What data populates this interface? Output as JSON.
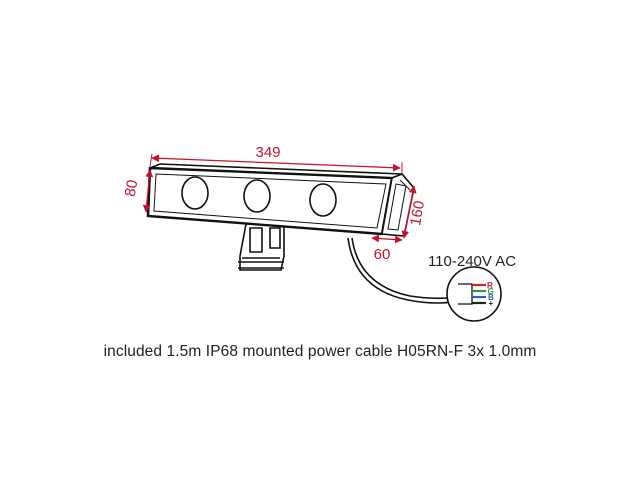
{
  "dimensions": {
    "length": "349",
    "height": "80",
    "depth": "60",
    "side_height": "160"
  },
  "voltage_label": "110-240V AC",
  "connector_pins": [
    {
      "label": "R",
      "color": "#d0202a"
    },
    {
      "label": "G",
      "color": "#2a9a3a"
    },
    {
      "label": "B",
      "color": "#2a5fc8"
    },
    {
      "label": "+",
      "color": "#222222"
    }
  ],
  "caption": "included 1.5m IP68 mounted power cable H05RN-F 3x 1.0mm",
  "colors": {
    "dimension": "#c8102e",
    "outline": "#111111",
    "text": "#222222"
  },
  "icons": [
    "led-wall-washer-fixture",
    "mounting-bracket-icon",
    "power-connector-icon"
  ]
}
